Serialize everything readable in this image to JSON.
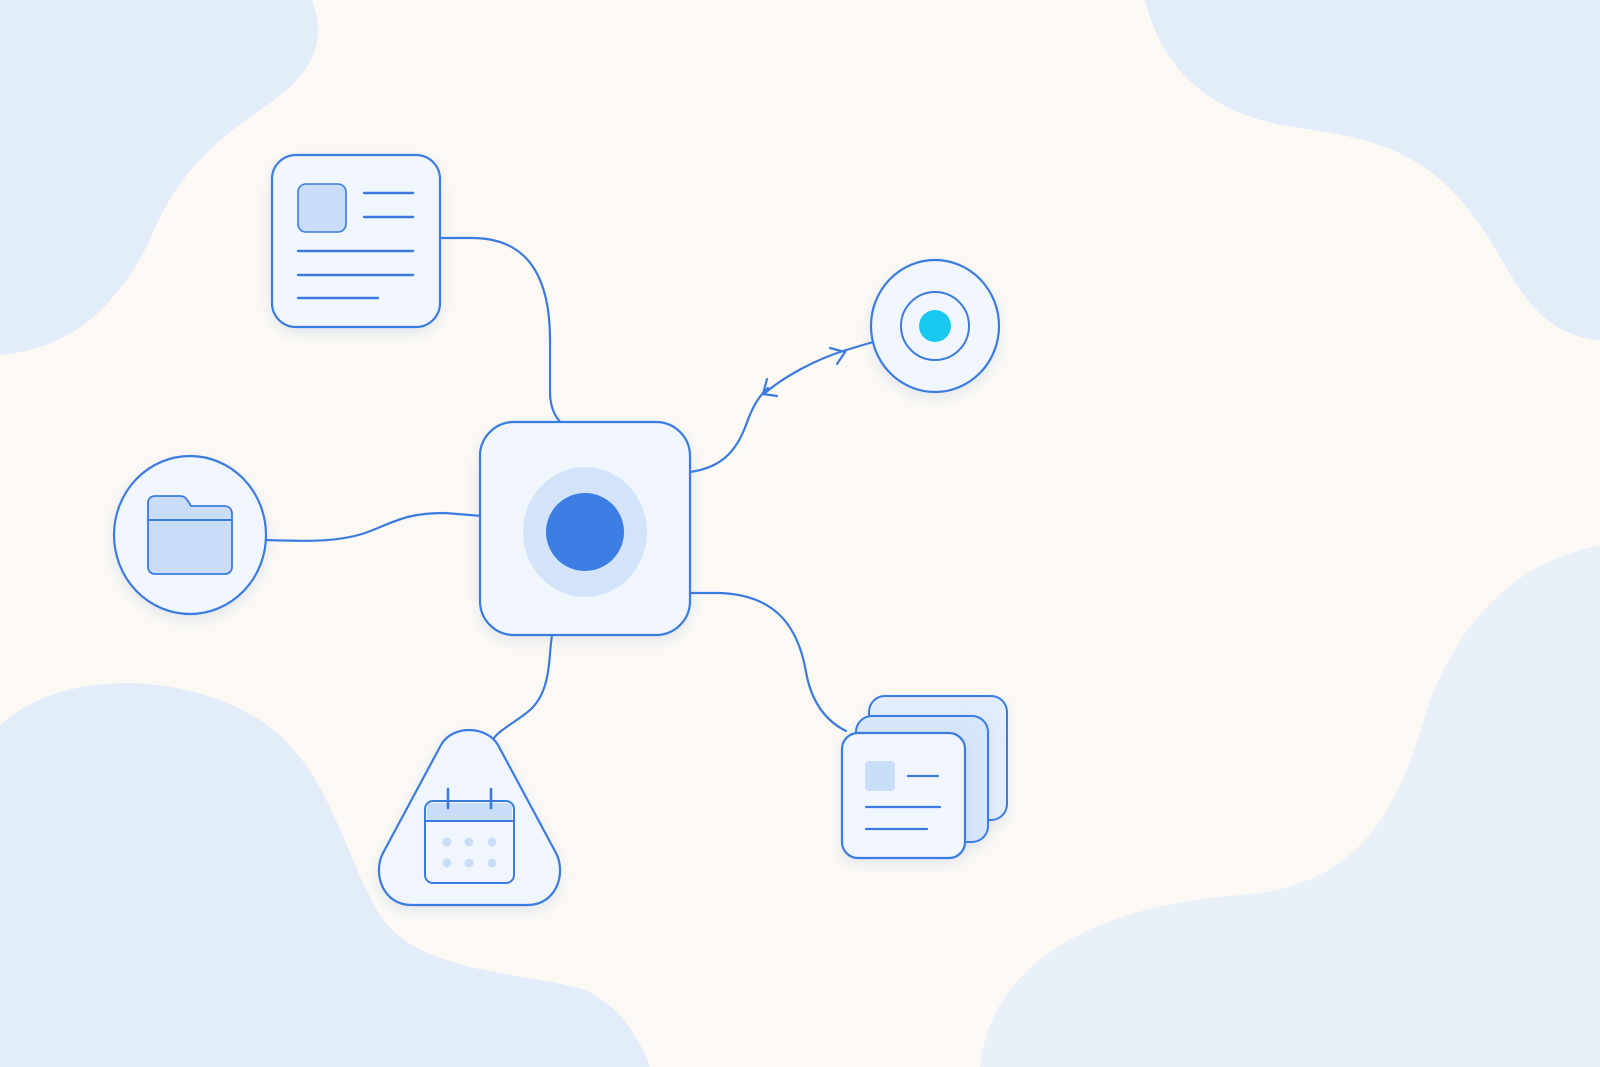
{
  "diagram": {
    "type": "hub-and-spoke",
    "labels": [],
    "colors": {
      "background": "#fcf9f5",
      "blob": "#e2edf9",
      "node_fill": "#f1f6fd",
      "stroke": "#3b7be0",
      "accent_fill": "#c9dcf8",
      "hub_ring": "#d3e3fa",
      "hub_dot": "#3b7de2",
      "target_dot": "#17c8ef"
    },
    "hub": {
      "shape": "rounded-square",
      "icon": "record-dot-icon"
    },
    "nodes": [
      {
        "id": "document",
        "shape": "rounded-square",
        "icon": "document-card-icon"
      },
      {
        "id": "folder",
        "shape": "circle",
        "icon": "folder-icon"
      },
      {
        "id": "calendar",
        "shape": "rounded-triangle",
        "icon": "calendar-icon"
      },
      {
        "id": "stacked-cards",
        "shape": "stacked-rounded-squares",
        "icon": "card-stack-icon"
      },
      {
        "id": "target",
        "shape": "circle",
        "icon": "target-icon"
      }
    ],
    "connectors": [
      {
        "from": "hub",
        "to": "document",
        "style": "curve"
      },
      {
        "from": "hub",
        "to": "folder",
        "style": "curve"
      },
      {
        "from": "hub",
        "to": "calendar",
        "style": "curve"
      },
      {
        "from": "hub",
        "to": "stacked-cards",
        "style": "curve"
      },
      {
        "from": "hub",
        "to": "target",
        "style": "curve",
        "arrows": "both"
      }
    ]
  }
}
